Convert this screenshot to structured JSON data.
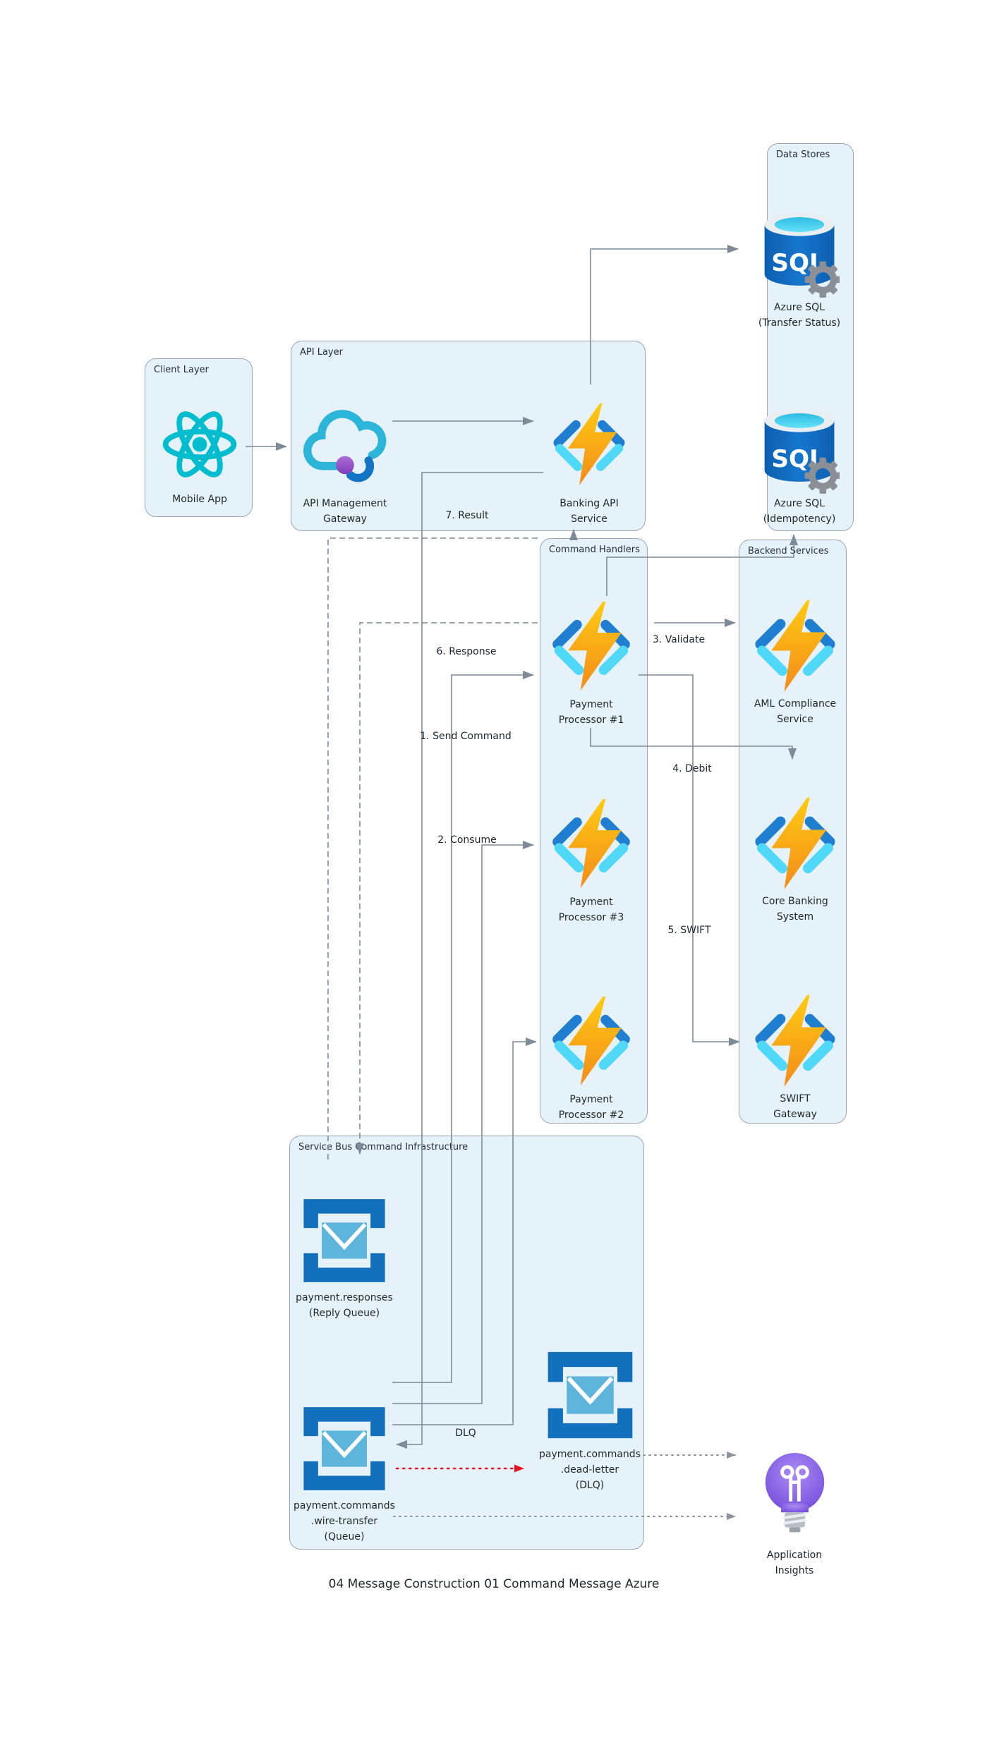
{
  "diagram": {
    "caption": "04 Message Construction 01 Command Message Azure",
    "containers": [
      {
        "id": "client-layer",
        "label": "Client Layer"
      },
      {
        "id": "api-layer",
        "label": "API Layer"
      },
      {
        "id": "data-stores",
        "label": "Data Stores"
      },
      {
        "id": "command-handlers",
        "label": "Command Handlers"
      },
      {
        "id": "backend-services",
        "label": "Backend Services"
      },
      {
        "id": "service-bus",
        "label": "Service Bus Command Infrastructure"
      }
    ],
    "nodes": [
      {
        "id": "mobile-app",
        "icon": "react-icon",
        "label": "Mobile App"
      },
      {
        "id": "api-management-gateway",
        "icon": "apim-cloud-icon",
        "label": "API Management\nGateway"
      },
      {
        "id": "banking-api-service",
        "icon": "azure-functions-icon",
        "label": "Banking API\nService"
      },
      {
        "id": "azure-sql-transfer-status",
        "icon": "azure-sql-icon",
        "label": "Azure SQL\n(Transfer Status)"
      },
      {
        "id": "azure-sql-idempotency",
        "icon": "azure-sql-icon",
        "label": "Azure SQL\n(Idempotency)"
      },
      {
        "id": "payment-processor-1",
        "icon": "azure-functions-icon",
        "label": "Payment\nProcessor #1"
      },
      {
        "id": "payment-processor-3",
        "icon": "azure-functions-icon",
        "label": "Payment\nProcessor #3"
      },
      {
        "id": "payment-processor-2",
        "icon": "azure-functions-icon",
        "label": "Payment\nProcessor #2"
      },
      {
        "id": "aml-compliance-service",
        "icon": "azure-functions-icon",
        "label": "AML Compliance\nService"
      },
      {
        "id": "core-banking-system",
        "icon": "azure-functions-icon",
        "label": "Core Banking\nSystem"
      },
      {
        "id": "swift-gateway",
        "icon": "azure-functions-icon",
        "label": "SWIFT\nGateway"
      },
      {
        "id": "queue-payment-responses",
        "icon": "service-bus-queue-icon",
        "label": "payment.responses\n(Reply Queue)"
      },
      {
        "id": "queue-payment-commands-wire-transfer",
        "icon": "service-bus-queue-icon",
        "label": "payment.commands\n.wire-transfer\n(Queue)"
      },
      {
        "id": "queue-payment-commands-dead-letter",
        "icon": "service-bus-queue-icon",
        "label": "payment.commands\n.dead-letter\n(DLQ)"
      },
      {
        "id": "application-insights",
        "icon": "app-insights-bulb-icon",
        "label": "Application\nInsights"
      }
    ],
    "edge_labels": [
      {
        "id": "result",
        "text": "7. Result"
      },
      {
        "id": "response",
        "text": "6. Response"
      },
      {
        "id": "send-command",
        "text": "1. Send Command"
      },
      {
        "id": "consume",
        "text": "2. Consume"
      },
      {
        "id": "validate",
        "text": "3. Validate"
      },
      {
        "id": "debit",
        "text": "4. Debit"
      },
      {
        "id": "swift",
        "text": "5. SWIFT"
      },
      {
        "id": "dlq",
        "text": "DLQ"
      }
    ],
    "colors": {
      "container_fill": "#e6f2fa",
      "container_border": "#9aa7b3",
      "connector_gray": "#7d8a97",
      "error_red": "#e81123",
      "queue_blue": "#1370bd",
      "function_orange": "#f9a61a",
      "bracket_dark_blue": "#1f7ecf",
      "bracket_cyan": "#4fd8f7",
      "react_teal": "#00bccf",
      "insights_purple": "#7e52e0"
    }
  }
}
